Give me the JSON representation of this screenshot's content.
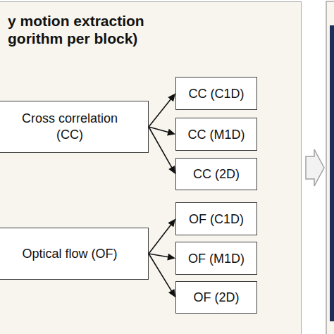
{
  "diagram": {
    "nodes": [
      {
        "text": [
          "y motion extraction gorithm per block)"
        ]
      },
      {
        "text": [
          "Cross correlation (CC)"
        ],
        "in": 0
      },
      {
        "text": [
          "CC (C1D)"
        ],
        "in": 0
      },
      {
        "text": [
          "CC (M1D)"
        ],
        "in": 0
      },
      {
        "text": [
          "CC (2D)"
        ],
        "in": 0
      },
      {
        "text": [
          "Optical flow (OF)"
        ],
        "in": 0
      },
      {
        "text": [
          "OF (C1D)"
        ],
        "in": 0
      },
      {
        "text": [
          "OF (M1D)"
        ],
        "in": 0
      },
      {
        "text": [
          "OF (2D)"
        ],
        "in": 0
      }
    ],
    "edges": [
      {
        "from": 1,
        "to": 2,
        "arrow": "to"
      },
      {
        "from": 1,
        "to": 3,
        "arrow": "to"
      },
      {
        "from": 1,
        "to": 4,
        "arrow": "to"
      },
      {
        "from": 5,
        "to": 6,
        "arrow": "to"
      },
      {
        "from": 5,
        "to": 7,
        "arrow": "to"
      },
      {
        "from": 5,
        "to": 8,
        "arrow": "to"
      }
    ]
  }
}
